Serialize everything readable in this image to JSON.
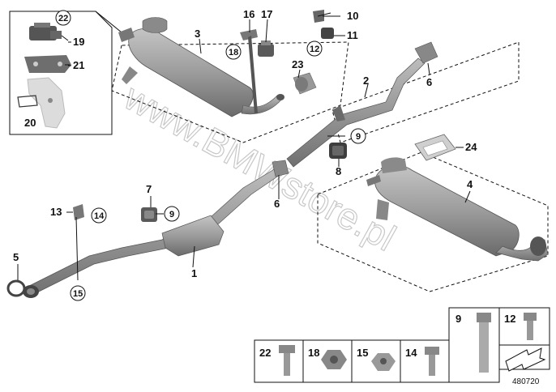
{
  "watermark": "www.BMWstore.pl",
  "diagram_number": "480720",
  "callouts": {
    "c1": "1",
    "c2": "2",
    "c3": "3",
    "c4": "4",
    "c5": "5",
    "c6a": "6",
    "c6b": "6",
    "c7": "7",
    "c8": "8",
    "c9": "9",
    "c10": "10",
    "c11": "11",
    "c12": "12",
    "c13": "13",
    "c14": "14",
    "c15": "15",
    "c16": "16",
    "c17": "17",
    "c18": "18",
    "c19": "19",
    "c20": "20",
    "c21": "21",
    "c22": "22",
    "c23": "23",
    "c24": "24"
  },
  "hardware_legend": [
    {
      "key": "h22",
      "label": "22"
    },
    {
      "key": "h18",
      "label": "18"
    },
    {
      "key": "h15",
      "label": "15"
    },
    {
      "key": "h14",
      "label": "14"
    },
    {
      "key": "h9",
      "label": "9"
    },
    {
      "key": "h12",
      "label": "12"
    }
  ],
  "colors": {
    "part": "#9a9a9a",
    "part_dark": "#6e6e6e",
    "part_light": "#bdbdbd",
    "line": "#111111",
    "watermark": "#c8c8c8"
  }
}
